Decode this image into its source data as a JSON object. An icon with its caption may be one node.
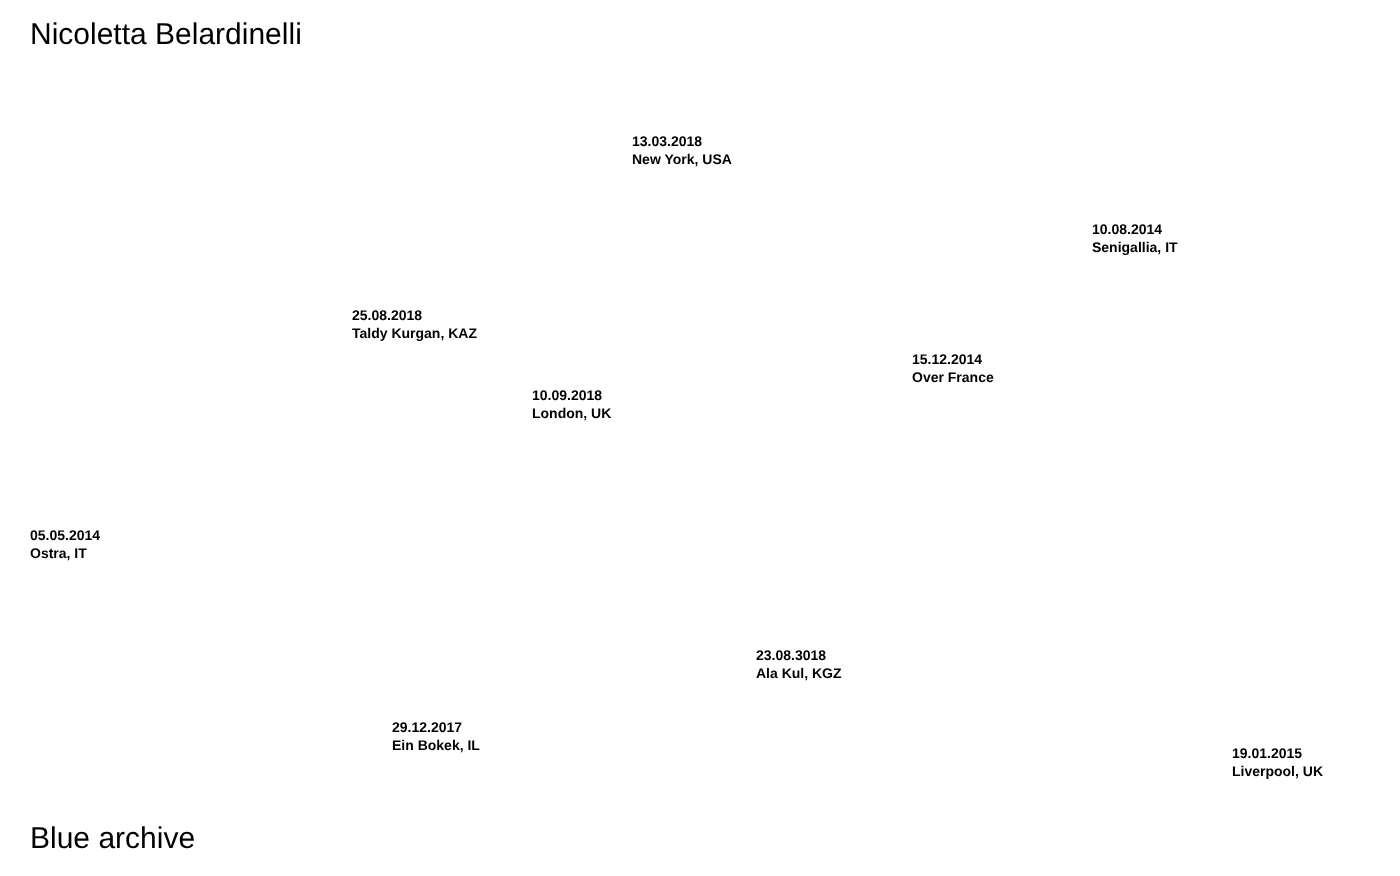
{
  "diagram": {
    "title": "Nicoletta Belardinelli",
    "caption": "Blue archive",
    "labels": [
      "13.03.2018",
      "New York, USA",
      "10.08.2014",
      "Senigallia, IT",
      "25.08.2018",
      "Taldy Kurgan, KAZ",
      "15.12.2014",
      "Over France",
      "10.09.2018",
      "London, UK",
      "05.05.2014",
      "Ostra, IT",
      "23.08.3018",
      "Ala Kul, KGZ",
      "29.12.2017",
      "Ein Bokek, IL",
      "19.01.2015",
      "Liverpool, UK"
    ]
  }
}
